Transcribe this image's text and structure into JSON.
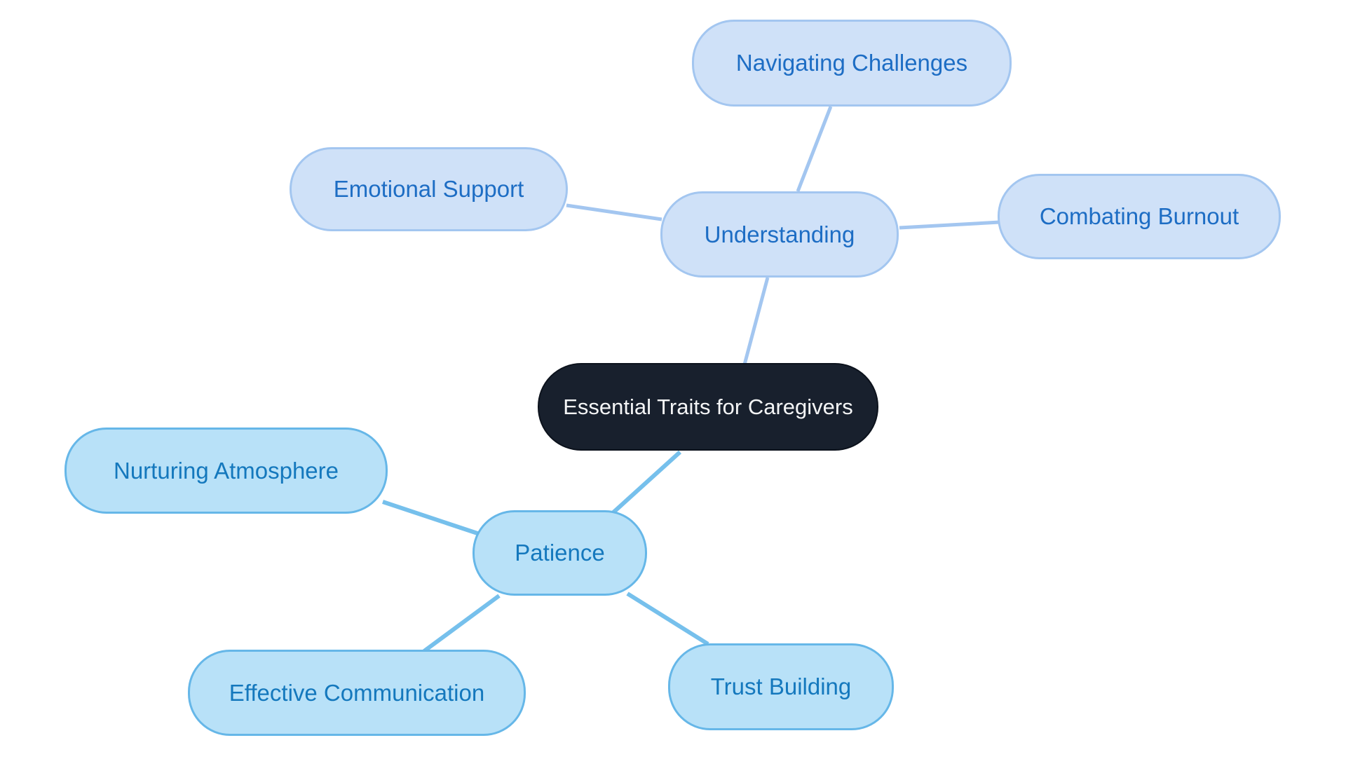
{
  "diagram_type": "mindmap",
  "theme": {
    "background": "#ffffff",
    "center_fill": "#18202d",
    "center_text": "#f4f5f6",
    "branch_understanding_fill": "#cfe1f8",
    "branch_understanding_border": "#a3c6f0",
    "branch_understanding_text": "#1d6dc4",
    "branch_patience_fill": "#b8e1f8",
    "branch_patience_border": "#66b7e8",
    "branch_patience_text": "#1478bd",
    "edge_understanding": "#a3c6f0",
    "edge_patience": "#76c0ec"
  },
  "nodes": {
    "center": {
      "label": "Essential Traits for Caregivers"
    },
    "understanding": {
      "label": "Understanding"
    },
    "navigating_challenges": {
      "label": "Navigating Challenges"
    },
    "emotional_support": {
      "label": "Emotional Support"
    },
    "combating_burnout": {
      "label": "Combating Burnout"
    },
    "patience": {
      "label": "Patience"
    },
    "nurturing_atmosphere": {
      "label": "Nurturing Atmosphere"
    },
    "effective_communication": {
      "label": "Effective Communication"
    },
    "trust_building": {
      "label": "Trust Building"
    }
  },
  "edges": [
    {
      "from": "understanding",
      "to": "navigating_challenges"
    },
    {
      "from": "understanding",
      "to": "emotional_support"
    },
    {
      "from": "understanding",
      "to": "combating_burnout"
    },
    {
      "from": "center",
      "to": "understanding"
    },
    {
      "from": "center",
      "to": "patience"
    },
    {
      "from": "patience",
      "to": "nurturing_atmosphere"
    },
    {
      "from": "patience",
      "to": "effective_communication"
    },
    {
      "from": "patience",
      "to": "trust_building"
    }
  ]
}
